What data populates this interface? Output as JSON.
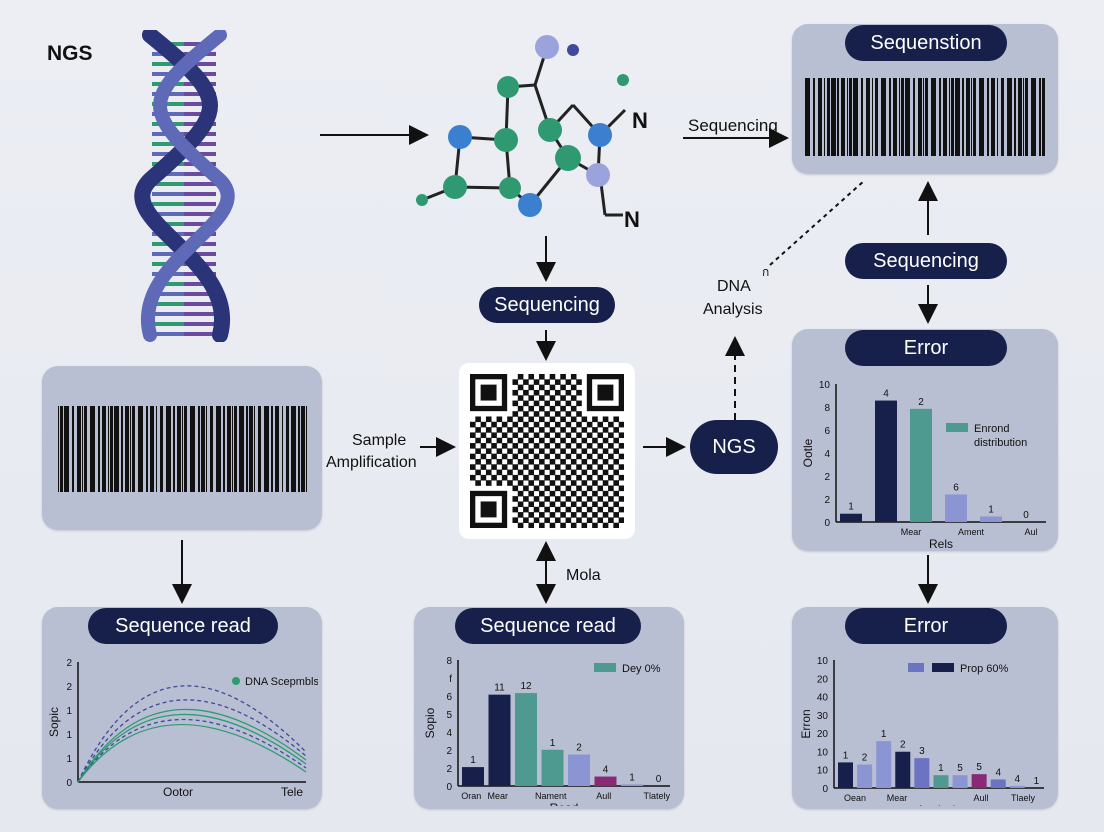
{
  "title": "NGS",
  "labels": {
    "sequencing_arrow": "Sequencing",
    "n_top": "N",
    "n_bottom": "N",
    "sample_amplification_1": "Sample",
    "sample_amplification_2": "Amplification",
    "dna_analysis_mark": "ก",
    "dna_analysis_1": "DNA",
    "dna_analysis_2": "Analysis",
    "mola": "Mola"
  },
  "pills": {
    "top_right": "Sequenstion",
    "center": "Sequencing",
    "right_middle": "Sequencing",
    "ngs_circle": "NGS",
    "error_top": "Error",
    "sequence_read_left": "Sequence read",
    "sequence_read_center": "Sequence read",
    "error_bottom": "Error"
  },
  "chart_data": [
    {
      "id": "left",
      "type": "line",
      "ylabel": "Sopic",
      "xlabel": "Ootor",
      "x_end_label": "Tele",
      "y_ticks": [
        "0",
        "1",
        "1",
        "1",
        "2",
        "2"
      ],
      "legend": [
        "DNA Scepmbls"
      ],
      "colors": {
        "blue": "#3f4a9a",
        "green": "#2f9a72"
      }
    },
    {
      "id": "center",
      "type": "bar",
      "ylabel": "Sopio",
      "xlabel": "Read",
      "y_ticks": [
        "0",
        "2",
        "2",
        "4",
        "5",
        "6",
        "f",
        "8"
      ],
      "ylim": [
        0,
        8
      ],
      "legend": [
        "Dey 0%"
      ],
      "categories": [
        "Oran",
        "Mear",
        "",
        "Nament",
        "",
        "Aull",
        "",
        "Tlately"
      ],
      "values": [
        1.2,
        5.8,
        5.9,
        2.3,
        2.0,
        0.6,
        0.1,
        0.0
      ],
      "value_labels": [
        "1",
        "11",
        "12",
        "1",
        "2",
        "4",
        "1",
        "0"
      ],
      "colors": [
        "#16204a",
        "#16204a",
        "#4f9a90",
        "#4f9a90",
        "#8c95d4",
        "#8a2a77",
        "#8c95d4",
        "#8c95d4"
      ]
    },
    {
      "id": "error_top",
      "type": "bar",
      "ylabel": "Ootle",
      "xlabel": "Rels",
      "y_ticks": [
        "0",
        "2",
        "2",
        "4",
        "6",
        "8",
        "10"
      ],
      "ylim": [
        0,
        10
      ],
      "legend": [
        "Enrond",
        "distribution"
      ],
      "categories": [
        "",
        "",
        "Mear",
        "",
        "Ament",
        "",
        "Aul"
      ],
      "values": [
        0.6,
        8.8,
        8.2,
        2.0,
        0.4,
        0.0
      ],
      "value_labels": [
        "1",
        "4",
        "2",
        "6",
        "1",
        "0"
      ],
      "colors": [
        "#16204a",
        "#16204a",
        "#4f9a90",
        "#8c95d4",
        "#8c95d4",
        "#8c95d4"
      ]
    },
    {
      "id": "error_bottom",
      "type": "bar",
      "ylabel": "Erron",
      "xlabel": "Analysis",
      "y_ticks": [
        "0",
        "10",
        "10",
        "20",
        "30",
        "40",
        "20",
        "10"
      ],
      "ylim": [
        0,
        60
      ],
      "legend": [
        "Prop 60%"
      ],
      "categories": [
        "Oean",
        "Mear",
        "",
        "Aull",
        "Tlaely"
      ],
      "values": [
        12,
        11,
        22,
        17,
        14,
        6,
        6,
        6.5,
        4,
        1,
        0
      ],
      "value_labels": [
        "1",
        "2",
        "1",
        "2",
        "3",
        "1",
        "5",
        "5",
        "4",
        "4",
        "1"
      ],
      "colors": [
        "#16204a",
        "#8c95d4",
        "#8c95d4",
        "#16204a",
        "#6b73c2",
        "#4f9a90",
        "#8c95d4",
        "#8a2a77",
        "#6b73c2",
        "#8c95d4",
        "#8c95d4"
      ]
    }
  ]
}
